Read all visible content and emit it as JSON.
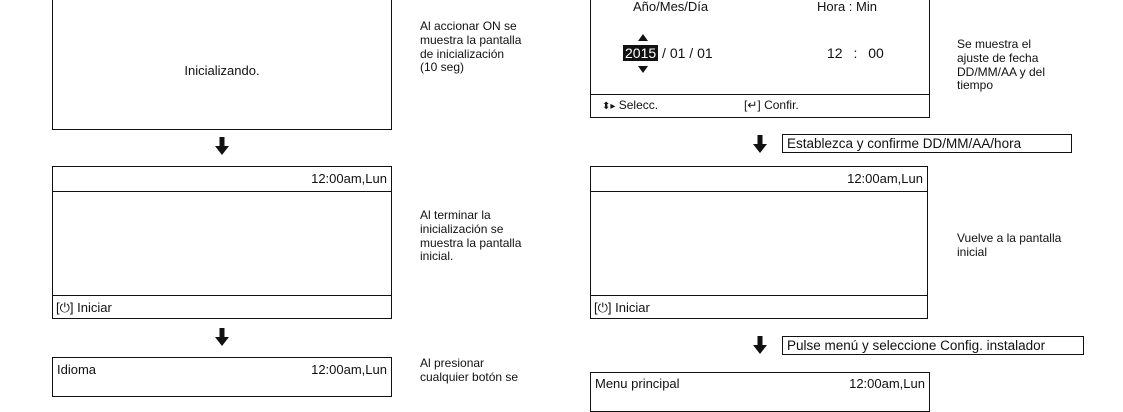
{
  "left": {
    "screen1": {
      "text": "Inicializando."
    },
    "desc1": "Al accionar ON se\nmuestra la pantalla\nde inicialización\n(10 seg)",
    "screen2": {
      "time": "12:00am,Lun",
      "footer_icon": "[⏻]",
      "footer_label": "Iniciar"
    },
    "desc2": "Al terminar la\ninicialización se\nmuestra la pantalla\ninicial.",
    "screen3": {
      "title": "Idioma",
      "time": "12:00am,Lun"
    },
    "desc3": "Al presionar\ncualquier botón se"
  },
  "right": {
    "datetime_screen": {
      "header_date": "Año/Mes/Día",
      "header_time": "Hora : Min",
      "year": "2015",
      "month_day": "/ 01 / 01",
      "hour": "12",
      "separator": ":",
      "minute": "00",
      "select_label": "Selecc.",
      "confirm_icon": "[↵]",
      "confirm_label": "Confir."
    },
    "desc_datetime": "Se muestra el\najuste de fecha\nDD/MM/AA y del\ntiempo",
    "step1": "Establezca y confirme DD/MM/AA/hora",
    "screen_initial": {
      "time": "12:00am,Lun",
      "footer_icon": "[⏻]",
      "footer_label": "Iniciar"
    },
    "desc_initial": "Vuelve a la pantalla\ninicial",
    "step2": "Pulse menú y seleccione Config. instalador",
    "screen_menu": {
      "title": "Menu principal",
      "time": "12:00am,Lun"
    }
  },
  "icons": {
    "down_arrow": "down-arrow-icon",
    "updown": "updown-triangle-icon",
    "power": "power-icon",
    "enter": "enter-icon"
  }
}
